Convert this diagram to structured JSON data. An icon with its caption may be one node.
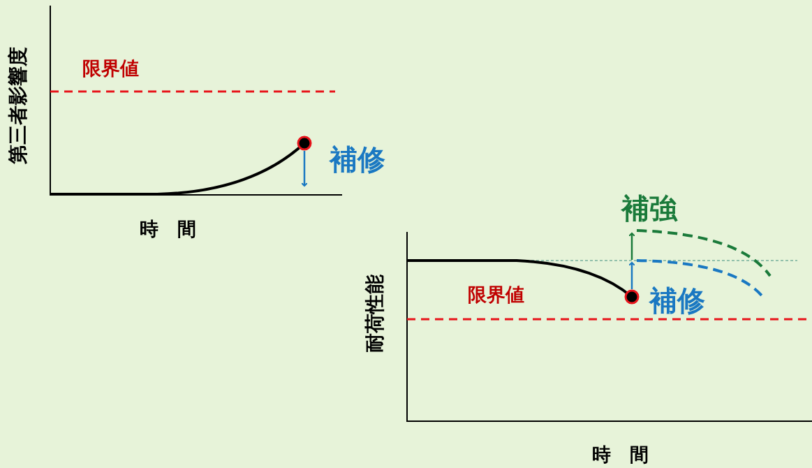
{
  "diagram": {
    "labels": [
      "第三者影響度",
      "限界値",
      "補修",
      "時　間",
      "補強",
      "耐荷性能",
      "限界値",
      "補修",
      "時　間"
    ]
  }
}
